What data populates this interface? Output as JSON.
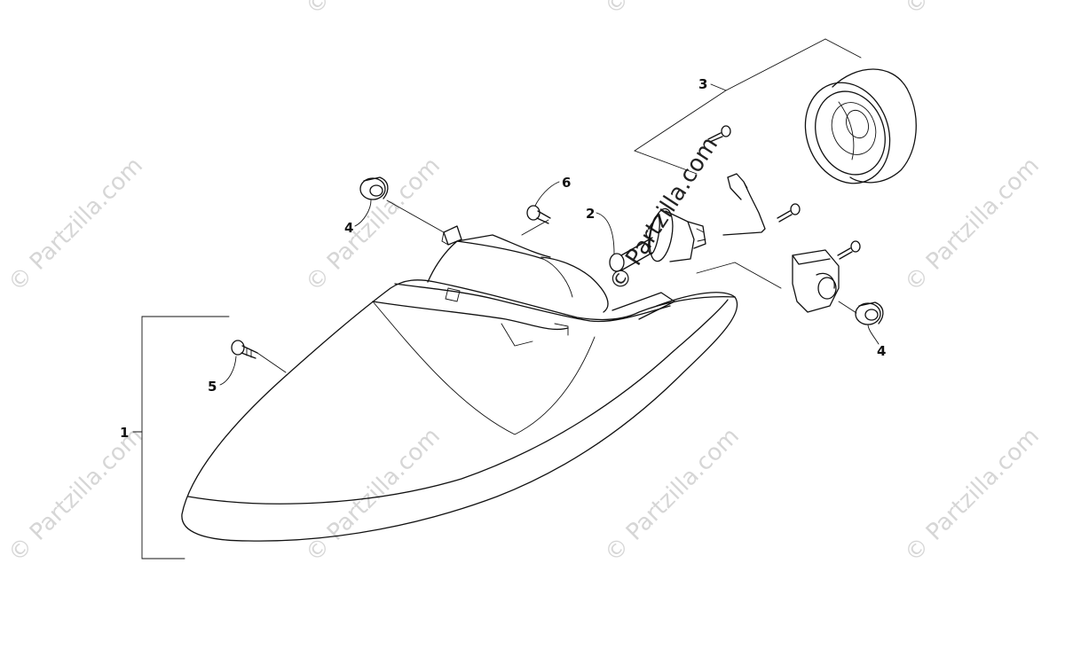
{
  "watermark": "© Partzilla.com",
  "callouts": {
    "c1": "1",
    "c2": "2",
    "c3": "3",
    "c4a": "4",
    "c4b": "4",
    "c5": "5",
    "c6": "6"
  }
}
